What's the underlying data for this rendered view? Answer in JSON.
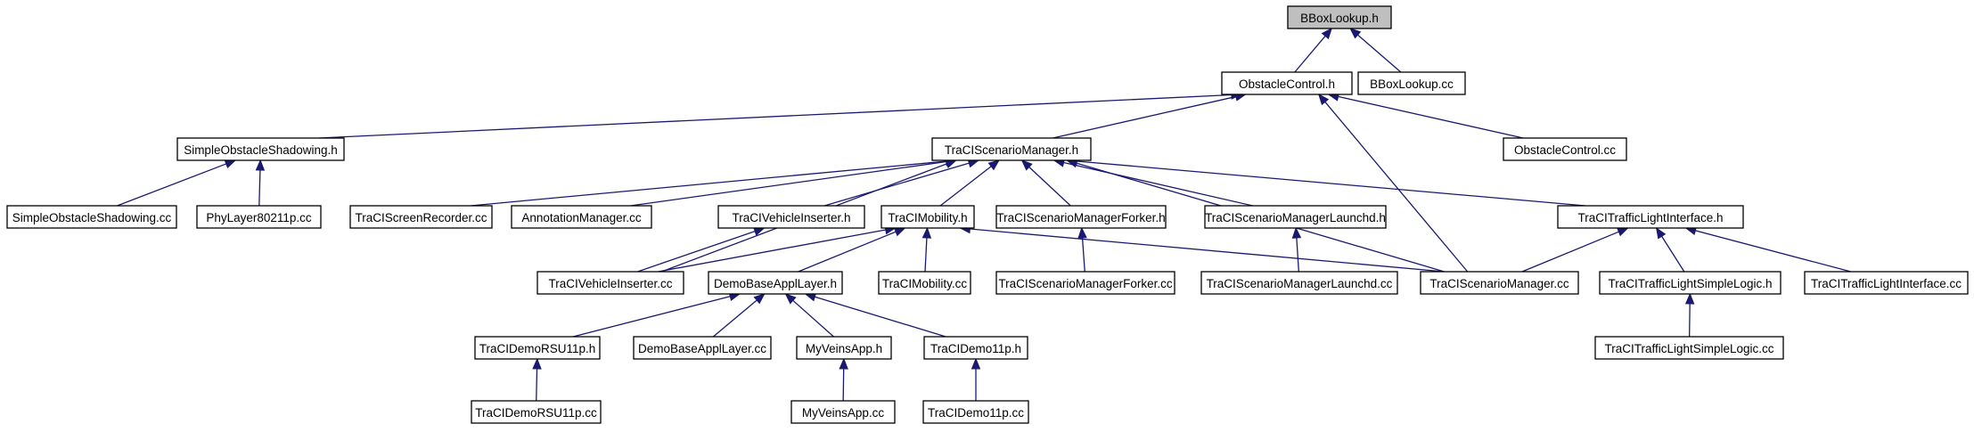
{
  "graph": {
    "edge_color": "#191970",
    "root_fill": "#bfbfbf",
    "nodes": [
      {
        "id": "bbox_h",
        "label": "BBoxLookup.h",
        "root": true
      },
      {
        "id": "obstacle_h",
        "label": "ObstacleControl.h"
      },
      {
        "id": "bbox_cc",
        "label": "BBoxLookup.cc"
      },
      {
        "id": "sos_h",
        "label": "SimpleObstacleShadowing.h"
      },
      {
        "id": "tsm_h",
        "label": "TraCIScenarioManager.h"
      },
      {
        "id": "obstacle_cc",
        "label": "ObstacleControl.cc"
      },
      {
        "id": "sos_cc",
        "label": "SimpleObstacleShadowing.cc"
      },
      {
        "id": "phy_cc",
        "label": "PhyLayer80211p.cc"
      },
      {
        "id": "screen_cc",
        "label": "TraCIScreenRecorder.cc"
      },
      {
        "id": "annot_cc",
        "label": "AnnotationManager.cc"
      },
      {
        "id": "vins_h",
        "label": "TraCIVehicleInserter.h"
      },
      {
        "id": "mob_h",
        "label": "TraCIMobility.h"
      },
      {
        "id": "forker_h",
        "label": "TraCIScenarioManagerForker.h"
      },
      {
        "id": "launchd_h",
        "label": "TraCIScenarioManagerLaunchd.h"
      },
      {
        "id": "tli_h",
        "label": "TraCITrafficLightInterface.h"
      },
      {
        "id": "vins_cc",
        "label": "TraCIVehicleInserter.cc"
      },
      {
        "id": "dbal_h",
        "label": "DemoBaseApplLayer.h"
      },
      {
        "id": "mob_cc",
        "label": "TraCIMobility.cc"
      },
      {
        "id": "forker_cc",
        "label": "TraCIScenarioManagerForker.cc"
      },
      {
        "id": "launchd_cc",
        "label": "TraCIScenarioManagerLaunchd.cc"
      },
      {
        "id": "tsm_cc",
        "label": "TraCIScenarioManager.cc"
      },
      {
        "id": "tlsl_h",
        "label": "TraCITrafficLightSimpleLogic.h"
      },
      {
        "id": "tli_cc",
        "label": "TraCITrafficLightInterface.cc"
      },
      {
        "id": "rsu_h",
        "label": "TraCIDemoRSU11p.h"
      },
      {
        "id": "dbal_cc",
        "label": "DemoBaseApplLayer.cc"
      },
      {
        "id": "veins_h",
        "label": "MyVeinsApp.h"
      },
      {
        "id": "demo_h",
        "label": "TraCIDemo11p.h"
      },
      {
        "id": "tlsl_cc",
        "label": "TraCITrafficLightSimpleLogic.cc"
      },
      {
        "id": "rsu_cc",
        "label": "TraCIDemoRSU11p.cc"
      },
      {
        "id": "veins_cc",
        "label": "MyVeinsApp.cc"
      },
      {
        "id": "demo_cc",
        "label": "TraCIDemo11p.cc"
      }
    ],
    "edges": [
      [
        "obstacle_h",
        "bbox_h"
      ],
      [
        "bbox_cc",
        "bbox_h"
      ],
      [
        "sos_h",
        "obstacle_h"
      ],
      [
        "tsm_h",
        "obstacle_h"
      ],
      [
        "obstacle_cc",
        "obstacle_h"
      ],
      [
        "tsm_cc",
        "obstacle_h"
      ],
      [
        "sos_cc",
        "sos_h"
      ],
      [
        "phy_cc",
        "sos_h"
      ],
      [
        "screen_cc",
        "tsm_h"
      ],
      [
        "annot_cc",
        "tsm_h"
      ],
      [
        "vins_h",
        "tsm_h"
      ],
      [
        "mob_h",
        "tsm_h"
      ],
      [
        "forker_h",
        "tsm_h"
      ],
      [
        "launchd_h",
        "tsm_h"
      ],
      [
        "tli_h",
        "tsm_h"
      ],
      [
        "vins_cc",
        "tsm_h"
      ],
      [
        "tsm_cc",
        "tsm_h"
      ],
      [
        "vins_cc",
        "vins_h"
      ],
      [
        "vins_cc",
        "mob_h"
      ],
      [
        "dbal_h",
        "mob_h"
      ],
      [
        "mob_cc",
        "mob_h"
      ],
      [
        "tsm_cc",
        "mob_h"
      ],
      [
        "forker_cc",
        "forker_h"
      ],
      [
        "launchd_cc",
        "launchd_h"
      ],
      [
        "tsm_cc",
        "tli_h"
      ],
      [
        "tlsl_h",
        "tli_h"
      ],
      [
        "tli_cc",
        "tli_h"
      ],
      [
        "rsu_h",
        "dbal_h"
      ],
      [
        "dbal_cc",
        "dbal_h"
      ],
      [
        "veins_h",
        "dbal_h"
      ],
      [
        "demo_h",
        "dbal_h"
      ],
      [
        "tlsl_cc",
        "tlsl_h"
      ],
      [
        "rsu_cc",
        "rsu_h"
      ],
      [
        "veins_cc",
        "veins_h"
      ],
      [
        "demo_cc",
        "demo_h"
      ]
    ]
  }
}
